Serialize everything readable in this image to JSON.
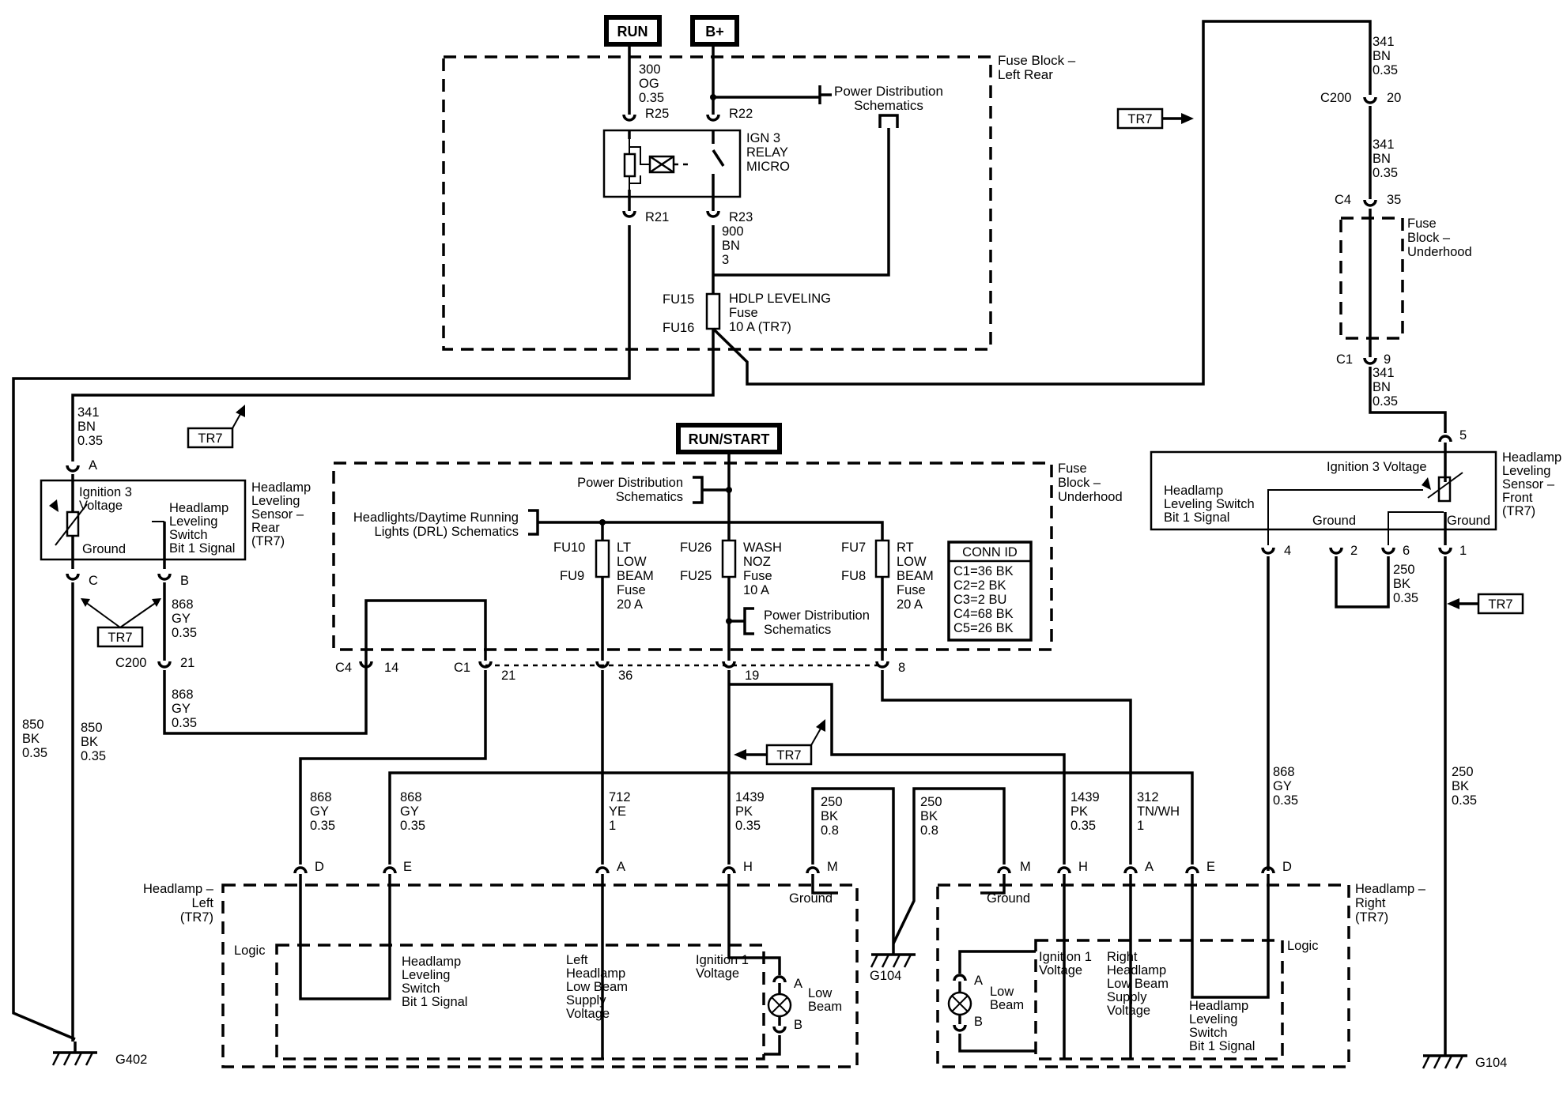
{
  "supplies": {
    "run": "RUN",
    "bplus": "B+",
    "run_start": "RUN/START"
  },
  "tr7": "TR7",
  "fuse_block_left_rear": {
    "title": [
      "Fuse Block –",
      "Left Rear"
    ],
    "pds_ref": [
      "Power Distribution",
      "Schematics"
    ],
    "relay": [
      "IGN 3",
      "RELAY",
      "MICRO"
    ],
    "pins": {
      "r25": "R25",
      "r22": "R22",
      "r21": "R21",
      "r23": "R23"
    },
    "wire_300": [
      "300",
      "OG",
      "0.35"
    ],
    "wire_900": [
      "900",
      "BN",
      "3"
    ],
    "fuse_ids": [
      "FU15",
      "FU16"
    ],
    "fuse": [
      "HDLP LEVELING",
      "Fuse",
      "10 A (TR7)"
    ]
  },
  "right_feed": {
    "wire_341": [
      "341",
      "BN",
      "0.35"
    ],
    "c200": "C200",
    "c200_pin": "20",
    "c4": "C4",
    "c4_pin": "35",
    "c1": "C1",
    "c1_pin": "9",
    "fuse_block": [
      "Fuse",
      "Block –",
      "Underhood"
    ]
  },
  "sensor_rear": {
    "title": [
      "Headlamp",
      "Leveling",
      "Sensor –",
      "Rear",
      "(TR7)"
    ],
    "ign": [
      "Ignition 3",
      "Voltage"
    ],
    "signal": [
      "Headlamp",
      "Leveling",
      "Switch",
      "Bit 1 Signal"
    ],
    "ground": "Ground",
    "pins": {
      "a": "A",
      "b": "B",
      "c": "C"
    },
    "wire_341": [
      "341",
      "BN",
      "0.35"
    ],
    "wire_868": [
      "868",
      "GY",
      "0.35"
    ],
    "c200": "C200",
    "c200_pin": "21",
    "wire_868b": [
      "868",
      "GY",
      "0.35"
    ],
    "wire_850a": [
      "850",
      "BK",
      "0.35"
    ],
    "wire_850b": [
      "850",
      "BK",
      "0.35"
    ],
    "ground_id": "G402"
  },
  "sensor_front": {
    "title": [
      "Headlamp",
      "Leveling",
      "Sensor –",
      "Front",
      "(TR7)"
    ],
    "ign": "Ignition 3 Voltage",
    "signal": [
      "Headlamp",
      "Leveling Switch",
      "Bit 1 Signal"
    ],
    "ground1": "Ground",
    "ground2": "Ground",
    "pins": {
      "p5": "5",
      "p4": "4",
      "p2": "2",
      "p6": "6",
      "p1": "1"
    },
    "wire_250": [
      "250",
      "BK",
      "0.35"
    ],
    "wire_868": [
      "868",
      "GY",
      "0.35"
    ],
    "wire_250b": [
      "250",
      "BK",
      "0.35"
    ],
    "ground_id": "G104"
  },
  "fuse_block_underhood": {
    "title": [
      "Fuse",
      "Block –",
      "Underhood"
    ],
    "pds_ref": [
      "Power Distribution",
      "Schematics"
    ],
    "drl_ref": [
      "Headlights/Daytime Running",
      "Lights (DRL) Schematics"
    ],
    "pds_ref2": [
      "Power Distribution",
      "Schematics"
    ],
    "fuse_lt": {
      "ids": [
        "FU10",
        "FU9"
      ],
      "label": [
        "LT",
        "LOW",
        "BEAM",
        "Fuse",
        "20 A"
      ]
    },
    "fuse_wash": {
      "ids": [
        "FU26",
        "FU25"
      ],
      "label": [
        "WASH",
        "NOZ",
        "Fuse",
        "10 A"
      ]
    },
    "fuse_rt": {
      "ids": [
        "FU7",
        "FU8"
      ],
      "label": [
        "RT",
        "LOW",
        "BEAM",
        "Fuse",
        "20 A"
      ]
    },
    "conn_id": {
      "title": "CONN ID",
      "rows": [
        "C1=36 BK",
        "C2=2 BK",
        "C3=2 BU",
        "C4=68 BK",
        "C5=26 BK"
      ]
    },
    "connectors": [
      {
        "name": "C4",
        "pin": "14"
      },
      {
        "name": "C1",
        "pin": "21"
      },
      {
        "name": "",
        "pin": "36"
      },
      {
        "name": "",
        "pin": "19"
      },
      {
        "name": "",
        "pin": "8"
      }
    ]
  },
  "mid_wires": {
    "w868a": [
      "868",
      "GY",
      "0.35"
    ],
    "w868b": [
      "868",
      "GY",
      "0.35"
    ],
    "w712": [
      "712",
      "YE",
      "1"
    ],
    "w1439a": [
      "1439",
      "PK",
      "0.35"
    ],
    "w250a": [
      "250",
      "BK",
      "0.8"
    ],
    "w250b": [
      "250",
      "BK",
      "0.8"
    ],
    "w1439b": [
      "1439",
      "PK",
      "0.35"
    ],
    "w312": [
      "312",
      "TN/WH",
      "1"
    ],
    "ground_id": "G104"
  },
  "headlamp_left": {
    "title": [
      "Headlamp –",
      "Left",
      "(TR7)"
    ],
    "pins": [
      "D",
      "E",
      "A",
      "H",
      "M"
    ],
    "ground": "Ground",
    "logic": "Logic",
    "signal": [
      "Headlamp",
      "Leveling",
      "Switch",
      "Bit 1 Signal"
    ],
    "supply": [
      "Left",
      "Headlamp",
      "Low Beam",
      "Supply",
      "Voltage"
    ],
    "ign": [
      "Ignition 1",
      "Voltage"
    ],
    "lamp": [
      "Low",
      "Beam"
    ],
    "lamp_pins": [
      "A",
      "B"
    ]
  },
  "headlamp_right": {
    "title": [
      "Headlamp –",
      "Right",
      "(TR7)"
    ],
    "pins": [
      "M",
      "H",
      "A",
      "E",
      "D"
    ],
    "ground": "Ground",
    "logic": "Logic",
    "ign": [
      "Ignition 1",
      "Voltage"
    ],
    "supply": [
      "Right",
      "Headlamp",
      "Low Beam",
      "Supply",
      "Voltage"
    ],
    "signal": [
      "Headlamp",
      "Leveling",
      "Switch",
      "Bit 1 Signal"
    ],
    "lamp": [
      "Low",
      "Beam"
    ],
    "lamp_pins": [
      "A",
      "B"
    ]
  }
}
